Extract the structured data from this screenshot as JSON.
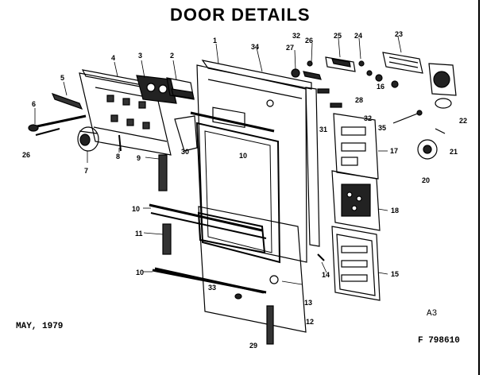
{
  "title": "DOOR DETAILS",
  "date": "MAY, 1979",
  "sheet": "A3",
  "figure_number": "F 798610",
  "callouts": {
    "c1": "1",
    "c2": "2",
    "c3": "3",
    "c4": "4",
    "c5": "5",
    "c6": "6",
    "c7": "7",
    "c8": "8",
    "c9": "9",
    "c10": "10",
    "c11": "11",
    "c12": "12",
    "c13": "13",
    "c14": "14",
    "c15": "15",
    "c16": "16",
    "c17": "17",
    "c18": "18",
    "c20": "20",
    "c21": "21",
    "c22": "22",
    "c23": "23",
    "c24": "24",
    "c25": "25",
    "c26": "26",
    "c27": "27",
    "c28": "28",
    "c29": "29",
    "c30": "30",
    "c31": "31",
    "c32": "32",
    "c33": "33",
    "c34": "34",
    "c35": "35"
  }
}
